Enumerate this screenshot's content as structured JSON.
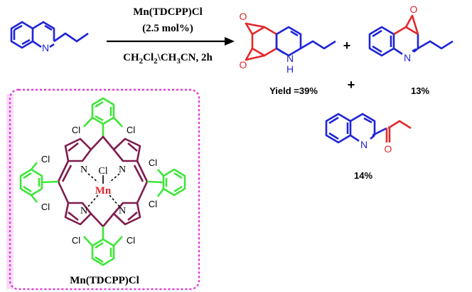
{
  "colors": {
    "blue": "#1f24d8",
    "red": "#e3282b",
    "green": "#3ee63a",
    "maroon": "#7f1b4d",
    "catalyst_red": "#e3282b",
    "frame": "#e23ad8",
    "black": "#000000"
  },
  "reaction": {
    "reagent": "Mn(TDCPP)Cl",
    "loading": "(2.5 mol%)",
    "conditions": "CH2Cl2\\CH3CN, 2h",
    "conditions_parts": {
      "ch": "CH",
      "sub2": "2",
      "cl": "Cl",
      "sub2b": "2",
      "sep": "\\CH",
      "sub3": "3",
      "cn": "CN, 2h"
    }
  },
  "products": {
    "plus1": "+",
    "plus2": "+",
    "yield_main": "Yield =39%",
    "yield_2": "13%",
    "yield_3": "14%"
  },
  "atoms": {
    "N": "N",
    "H": "H",
    "O": "O",
    "Cl": "Cl",
    "Mn": "Mn"
  },
  "catalyst": {
    "name": "Mn(TDCPP)Cl"
  }
}
